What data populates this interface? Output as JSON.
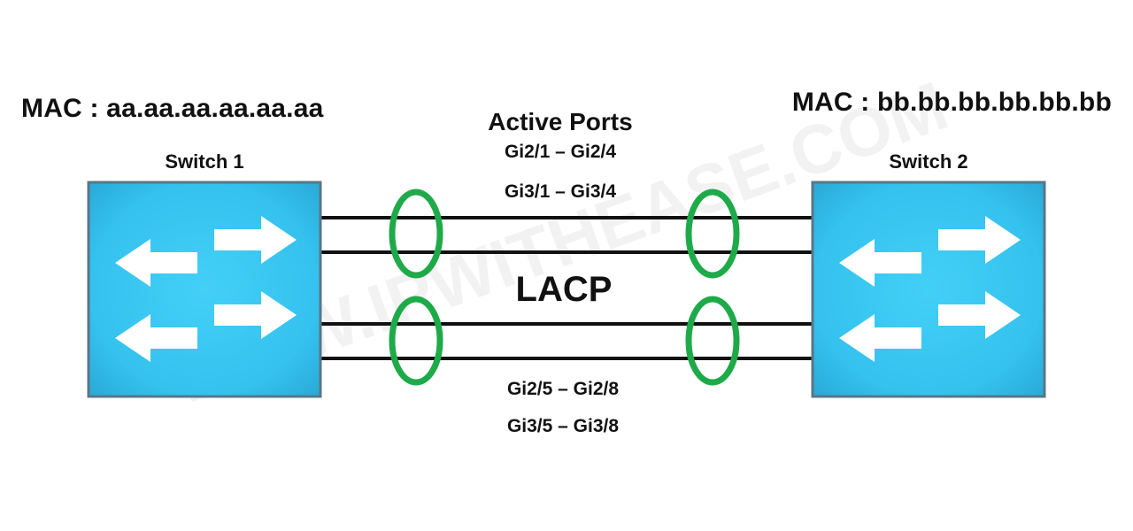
{
  "switch1": {
    "label": "Switch 1",
    "mac": "MAC : aa.aa.aa.aa.aa.aa"
  },
  "switch2": {
    "label": "Switch 2",
    "mac": "MAC : bb.bb.bb.bb.bb.bb"
  },
  "links": {
    "heading": "Active Ports",
    "upper_group": [
      "Gi2/1 – Gi2/4",
      "Gi3/1 – Gi3/4"
    ],
    "lower_group": [
      "Gi2/5 – Gi2/8",
      "Gi3/5 – Gi3/8"
    ],
    "protocol": "LACP",
    "link_count": 4
  },
  "watermark": "WWW.IPWITHEASE.COM",
  "colors": {
    "switch_face": "#38c7f0",
    "switch_border": "#5a7686",
    "link_line": "#111111",
    "bundle_ellipse": "#1faa4a",
    "arrow": "#ffffff"
  }
}
